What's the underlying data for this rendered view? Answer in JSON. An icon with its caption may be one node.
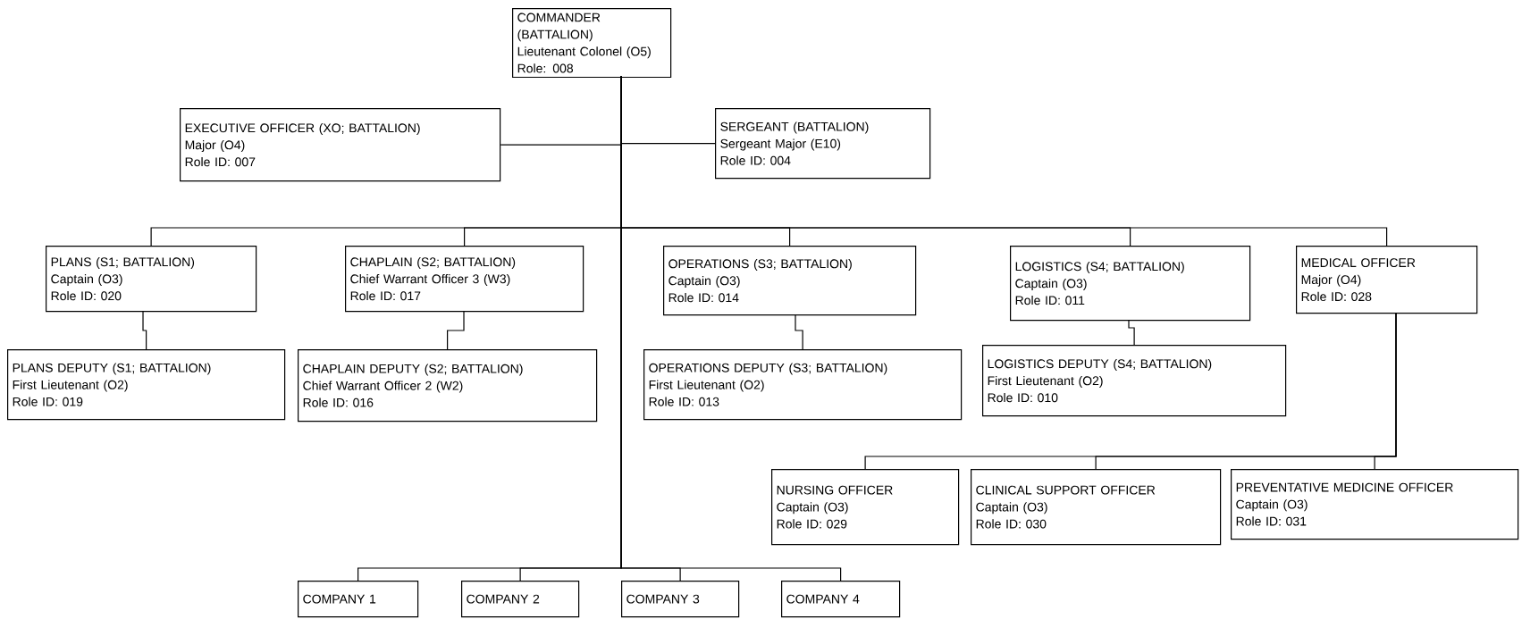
{
  "diagram": {
    "nodes": [
      {
        "text": [
          "COMMANDER (BATTALION)",
          "Lieutenant Colonel (O5)",
          "Role: 008"
        ]
      },
      {
        "text": [
          "EXECUTIVE OFFICER (XO; BATTALION)",
          "Major (O4)",
          "Role ID: 007"
        ]
      },
      {
        "text": [
          "SERGEANT (BATTALION)",
          "Sergeant Major (E10)",
          "Role ID: 004"
        ]
      },
      {
        "text": [
          "PLANS (S1; BATTALION)",
          "Captain (O3)",
          "Role ID: 020"
        ]
      },
      {
        "text": [
          "CHAPLAIN (S2; BATTALION)",
          "Chief Warrant Officer 3 (W3)",
          "Role ID: 017"
        ]
      },
      {
        "text": [
          "OPERATIONS (S3; BATTALION)",
          "Captain (O3)",
          "Role ID: 014"
        ]
      },
      {
        "text": [
          "LOGISTICS (S4; BATTALION)",
          "Captain (O3)",
          "Role ID: 011"
        ]
      },
      {
        "text": [
          "MEDICAL OFFICER",
          "Major (O4)",
          "Role ID: 028"
        ]
      },
      {
        "text": [
          "PLANS DEPUTY (S1; BATTALION)",
          "First Lieutenant (O2)",
          "Role ID: 019"
        ]
      },
      {
        "text": [
          "CHAPLAIN DEPUTY (S2; BATTALION)",
          "Chief Warrant Officer 2 (W2)",
          "Role ID: 016"
        ]
      },
      {
        "text": [
          "OPERATIONS DEPUTY (S3; BATTALION)",
          "First Lieutenant (O2)",
          "Role ID: 013"
        ]
      },
      {
        "text": [
          "LOGISTICS DEPUTY (S4; BATTALION)",
          "First Lieutenant (O2)",
          "Role ID: 010"
        ]
      },
      {
        "text": [
          "NURSING OFFICER",
          "Captain (O3)",
          "Role ID: 029"
        ]
      },
      {
        "text": [
          "CLINICAL SUPPORT OFFICER",
          "Captain (O3)",
          "Role ID: 030"
        ]
      },
      {
        "text": [
          "PREVENTATIVE MEDICINE OFFICER",
          "Captain (O3)",
          "Role ID: 031"
        ]
      },
      {
        "text": [
          "COMPANY 1"
        ]
      },
      {
        "text": [
          "COMPANY 2"
        ]
      },
      {
        "text": [
          "COMPANY 3"
        ]
      },
      {
        "text": [
          "COMPANY 4"
        ]
      }
    ],
    "edges": [
      {
        "from": 0,
        "to": 1,
        "arrow": "none"
      },
      {
        "from": 0,
        "to": 2,
        "arrow": "none"
      },
      {
        "from": 0,
        "to": 3,
        "arrow": "none"
      },
      {
        "from": 0,
        "to": 4,
        "arrow": "none"
      },
      {
        "from": 0,
        "to": 5,
        "arrow": "none"
      },
      {
        "from": 0,
        "to": 6,
        "arrow": "none"
      },
      {
        "from": 0,
        "to": 7,
        "arrow": "none"
      },
      {
        "from": 3,
        "to": 8,
        "arrow": "none"
      },
      {
        "from": 4,
        "to": 9,
        "arrow": "none"
      },
      {
        "from": 5,
        "to": 10,
        "arrow": "none"
      },
      {
        "from": 6,
        "to": 11,
        "arrow": "none"
      },
      {
        "from": 7,
        "to": 12,
        "arrow": "none"
      },
      {
        "from": 7,
        "to": 13,
        "arrow": "none"
      },
      {
        "from": 7,
        "to": 14,
        "arrow": "none"
      },
      {
        "from": 0,
        "to": 15,
        "arrow": "none"
      },
      {
        "from": 0,
        "to": 16,
        "arrow": "none"
      },
      {
        "from": 0,
        "to": 17,
        "arrow": "none"
      },
      {
        "from": 0,
        "to": 18,
        "arrow": "none"
      }
    ]
  }
}
